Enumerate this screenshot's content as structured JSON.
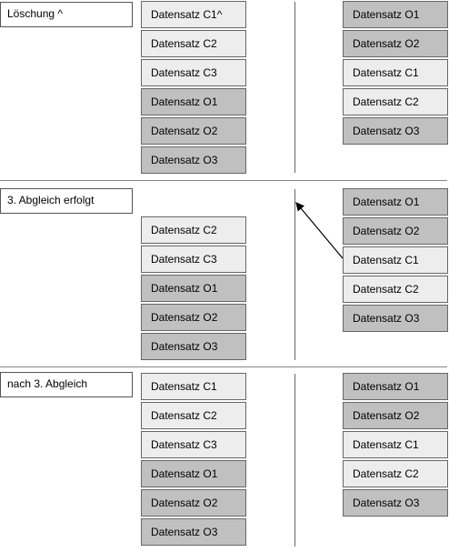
{
  "sections": [
    {
      "title": "Löschung ^",
      "left": [
        {
          "label": "Datensatz C1^",
          "kind": "light"
        },
        {
          "label": "Datensatz C2",
          "kind": "light"
        },
        {
          "label": "Datensatz C3",
          "kind": "light"
        },
        {
          "label": "Datensatz O1",
          "kind": "dark"
        },
        {
          "label": "Datensatz O2",
          "kind": "dark"
        },
        {
          "label": "Datensatz O3",
          "kind": "dark"
        }
      ],
      "right": [
        {
          "label": "Datensatz O1",
          "kind": "dark"
        },
        {
          "label": "Datensatz O2",
          "kind": "dark"
        },
        {
          "label": "Datensatz C1",
          "kind": "light"
        },
        {
          "label": "Datensatz C2",
          "kind": "light"
        },
        {
          "label": "Datensatz O3",
          "kind": "dark"
        }
      ]
    },
    {
      "title": "3. Abgleich erfolgt",
      "left": [
        {
          "label": "Datensatz C2",
          "kind": "light"
        },
        {
          "label": "Datensatz C3",
          "kind": "light"
        },
        {
          "label": "Datensatz O1",
          "kind": "dark"
        },
        {
          "label": "Datensatz O2",
          "kind": "dark"
        },
        {
          "label": "Datensatz O3",
          "kind": "dark"
        }
      ],
      "right": [
        {
          "label": "Datensatz O1",
          "kind": "dark"
        },
        {
          "label": "Datensatz O2",
          "kind": "dark"
        },
        {
          "label": "Datensatz C1",
          "kind": "light"
        },
        {
          "label": "Datensatz C2",
          "kind": "light"
        },
        {
          "label": "Datensatz O3",
          "kind": "dark"
        }
      ]
    },
    {
      "title": "nach 3. Abgleich",
      "left": [
        {
          "label": "Datensatz C1",
          "kind": "light"
        },
        {
          "label": "Datensatz C2",
          "kind": "light"
        },
        {
          "label": "Datensatz C3",
          "kind": "light"
        },
        {
          "label": "Datensatz O1",
          "kind": "dark"
        },
        {
          "label": "Datensatz O2",
          "kind": "dark"
        },
        {
          "label": "Datensatz O3",
          "kind": "dark"
        }
      ],
      "right": [
        {
          "label": "Datensatz O1",
          "kind": "dark"
        },
        {
          "label": "Datensatz O2",
          "kind": "dark"
        },
        {
          "label": "Datensatz C1",
          "kind": "light"
        },
        {
          "label": "Datensatz C2",
          "kind": "light"
        },
        {
          "label": "Datensatz O3",
          "kind": "dark"
        }
      ]
    }
  ],
  "colors": {
    "light": "#ededed",
    "dark": "#c0c0c0",
    "border": "#666666"
  }
}
